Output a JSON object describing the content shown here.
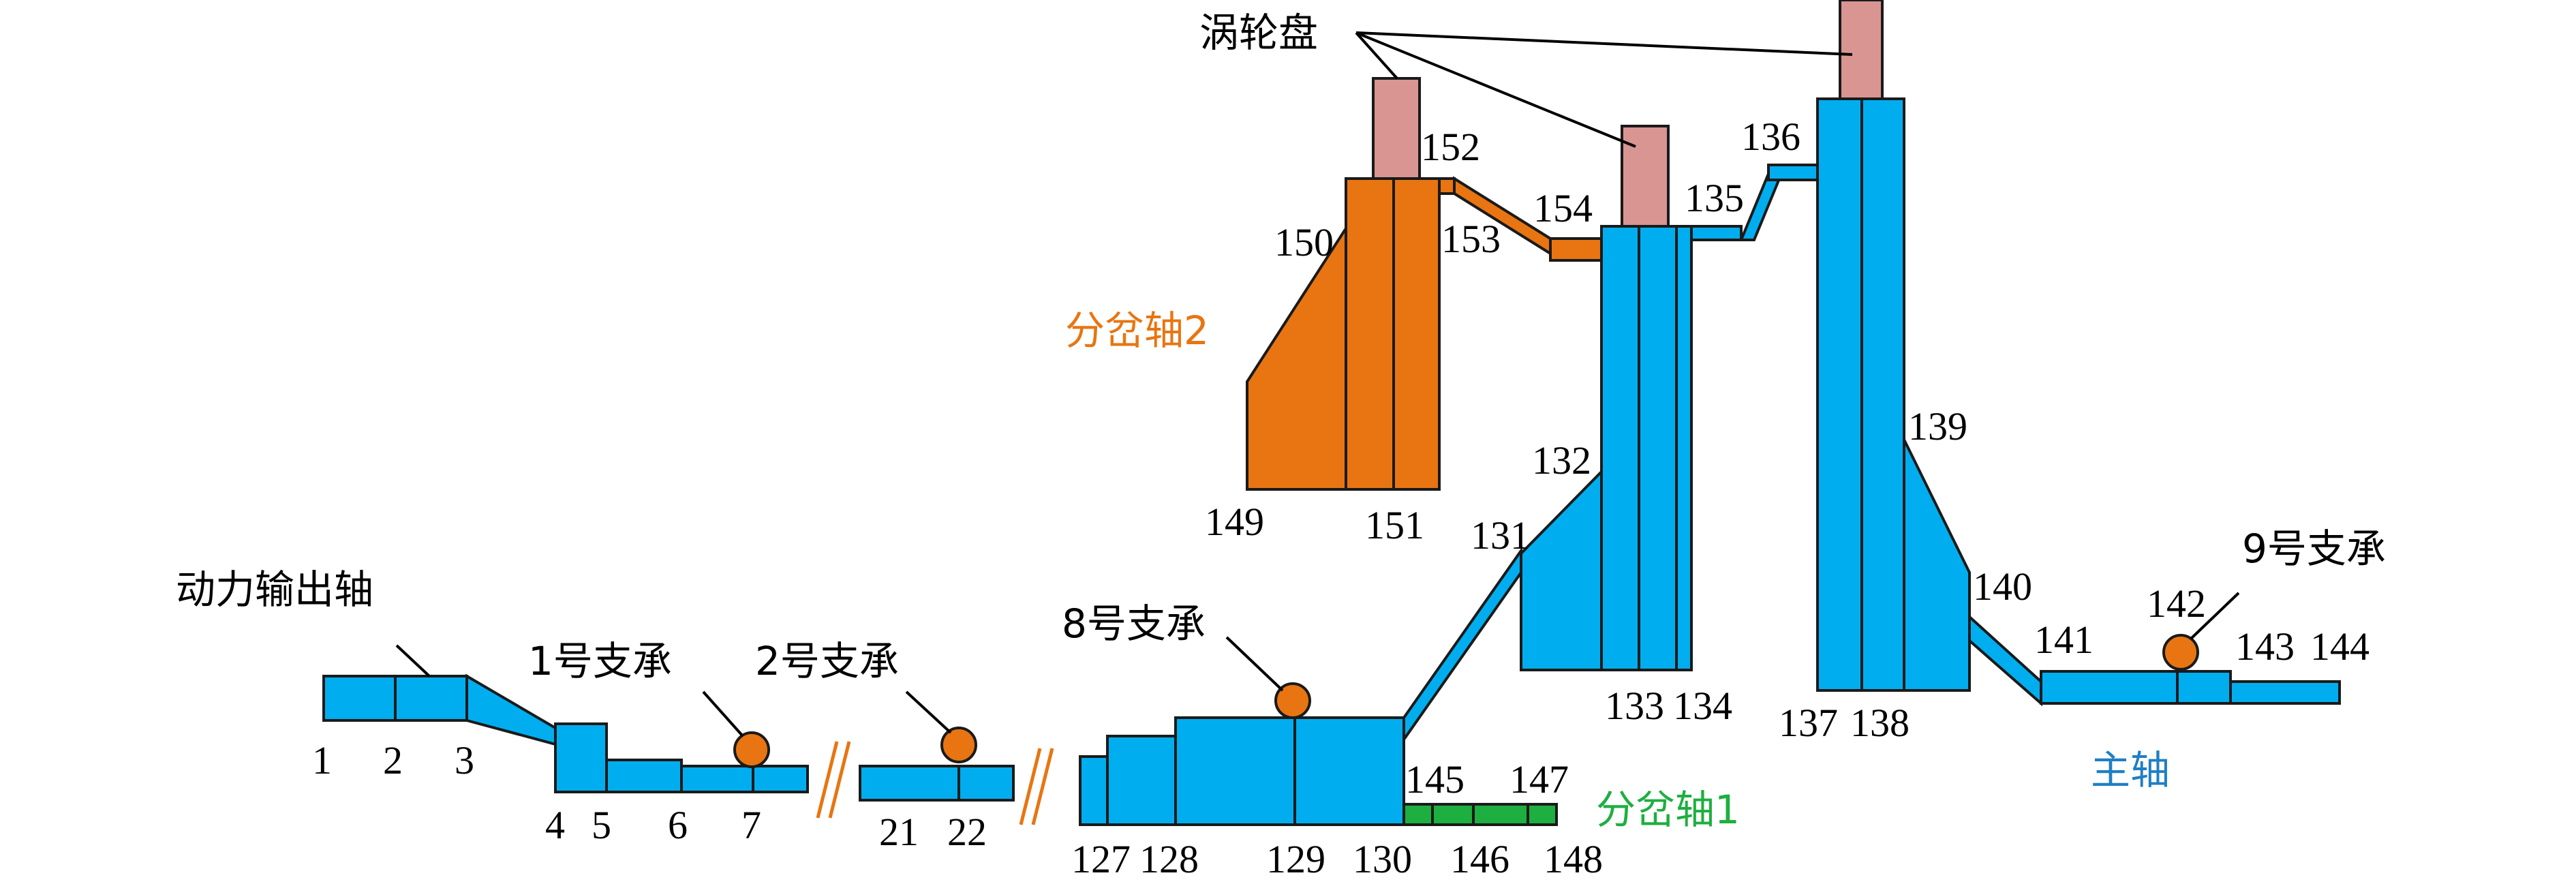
{
  "labels": {
    "turbine_disk": "涡轮盘",
    "power_output_shaft": "动力输出轴",
    "bearing1": "1号支承",
    "bearing2": "2号支承",
    "bearing8": "8号支承",
    "bearing9": "9号支承",
    "branch_shaft1": "分岔轴1",
    "branch_shaft2": "分岔轴2",
    "main_shaft": "主轴"
  },
  "nodes": {
    "n1": "1",
    "n2": "2",
    "n3": "3",
    "n4": "4",
    "n5": "5",
    "n6": "6",
    "n7": "7",
    "n21": "21",
    "n22": "22",
    "n127": "127",
    "n128": "128",
    "n129": "129",
    "n130": "130",
    "n131": "131",
    "n132": "132",
    "n133": "133",
    "n134": "134",
    "n135": "135",
    "n136": "136",
    "n137": "137",
    "n138": "138",
    "n139": "139",
    "n140": "140",
    "n141": "141",
    "n142": "142",
    "n143": "143",
    "n144": "144",
    "n145": "145",
    "n146": "146",
    "n147": "147",
    "n148": "148",
    "n149": "149",
    "n150": "150",
    "n151": "151",
    "n152": "152",
    "n153": "153",
    "n154": "154"
  },
  "colors": {
    "main_shaft": "#00AEEF",
    "branch_shaft1": "#1DAF3F",
    "branch_shaft2": "#E87511",
    "turbine_disk": "#D99592",
    "bearing": "#E87511"
  }
}
